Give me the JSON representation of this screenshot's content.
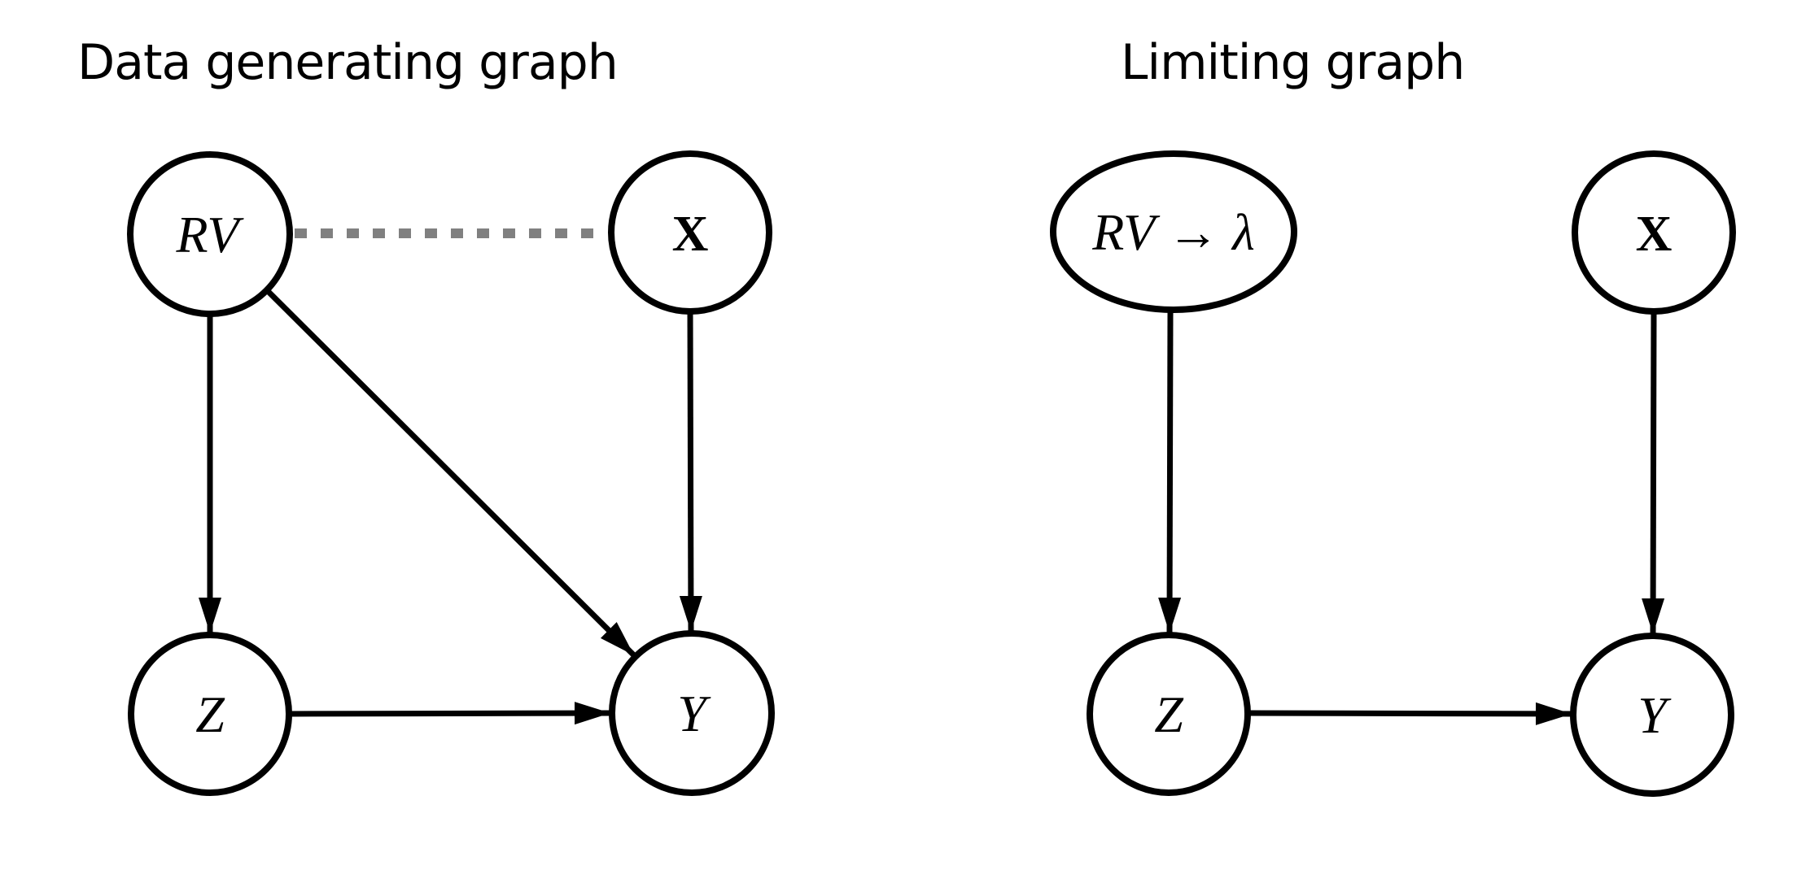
{
  "figure": {
    "background": "#ffffff",
    "colors": {
      "node_stroke": "#000000",
      "edge": "#000000",
      "dashed_edge": "#808080",
      "text": "#000000"
    },
    "left_graph": {
      "title": "Data generating graph",
      "nodes": {
        "rv": {
          "label": "RV",
          "shape": "circle"
        },
        "x": {
          "label": "X",
          "shape": "circle"
        },
        "z": {
          "label": "Z",
          "shape": "circle"
        },
        "y": {
          "label": "Y",
          "shape": "circle"
        }
      },
      "edges": [
        {
          "from": "RV",
          "to": "X",
          "style": "dashed",
          "directed": false,
          "color": "#808080"
        },
        {
          "from": "RV",
          "to": "Z",
          "style": "solid",
          "directed": true
        },
        {
          "from": "RV",
          "to": "Y",
          "style": "solid",
          "directed": true
        },
        {
          "from": "X",
          "to": "Y",
          "style": "solid",
          "directed": true
        },
        {
          "from": "Z",
          "to": "Y",
          "style": "solid",
          "directed": true
        }
      ]
    },
    "right_graph": {
      "title": "Limiting graph",
      "nodes": {
        "rv_lambda": {
          "label": "RV → λ",
          "shape": "ellipse"
        },
        "x": {
          "label": "X",
          "shape": "circle"
        },
        "z": {
          "label": "Z",
          "shape": "circle"
        },
        "y": {
          "label": "Y",
          "shape": "circle"
        }
      },
      "edges": [
        {
          "from": "RV → λ",
          "to": "Z",
          "style": "solid",
          "directed": true
        },
        {
          "from": "X",
          "to": "Y",
          "style": "solid",
          "directed": true
        },
        {
          "from": "Z",
          "to": "Y",
          "style": "solid",
          "directed": true
        }
      ]
    }
  }
}
